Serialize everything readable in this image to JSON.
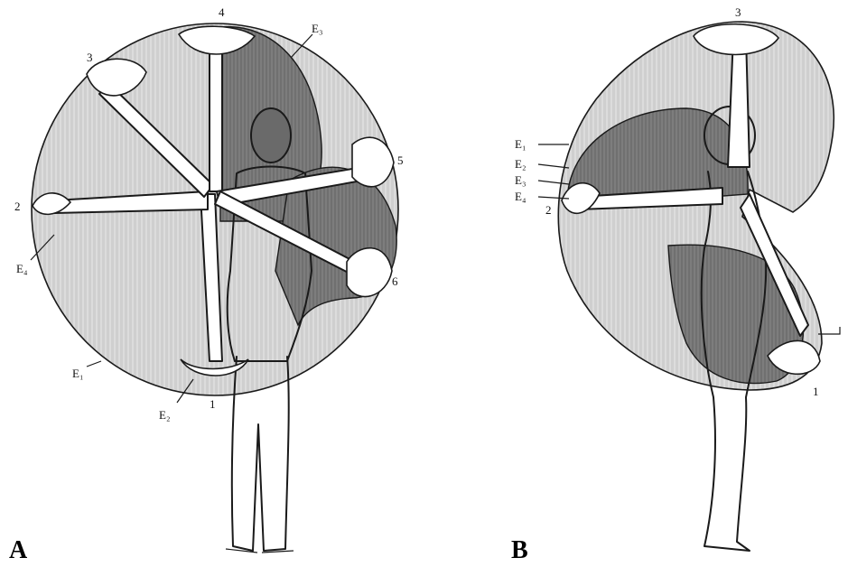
{
  "panels": {
    "a": {
      "label": "A",
      "position_labels": [
        "1",
        "2",
        "3",
        "4",
        "5",
        "6"
      ],
      "envelope_labels": {
        "e1": "E₁",
        "e2": "E₂",
        "e3": "E₃",
        "e4": "E₄"
      }
    },
    "b": {
      "label": "B",
      "position_labels": [
        "1",
        "2",
        "3"
      ],
      "envelope_labels": {
        "e1": "E₁",
        "e2": "E₂",
        "e3": "E₃",
        "e4": "E₄"
      }
    }
  },
  "colors": {
    "outer_envelope": "#c9c9c9",
    "inner_envelope": "#6f6f6f",
    "outline": "#1a1a1a",
    "body": "#ffffff"
  }
}
